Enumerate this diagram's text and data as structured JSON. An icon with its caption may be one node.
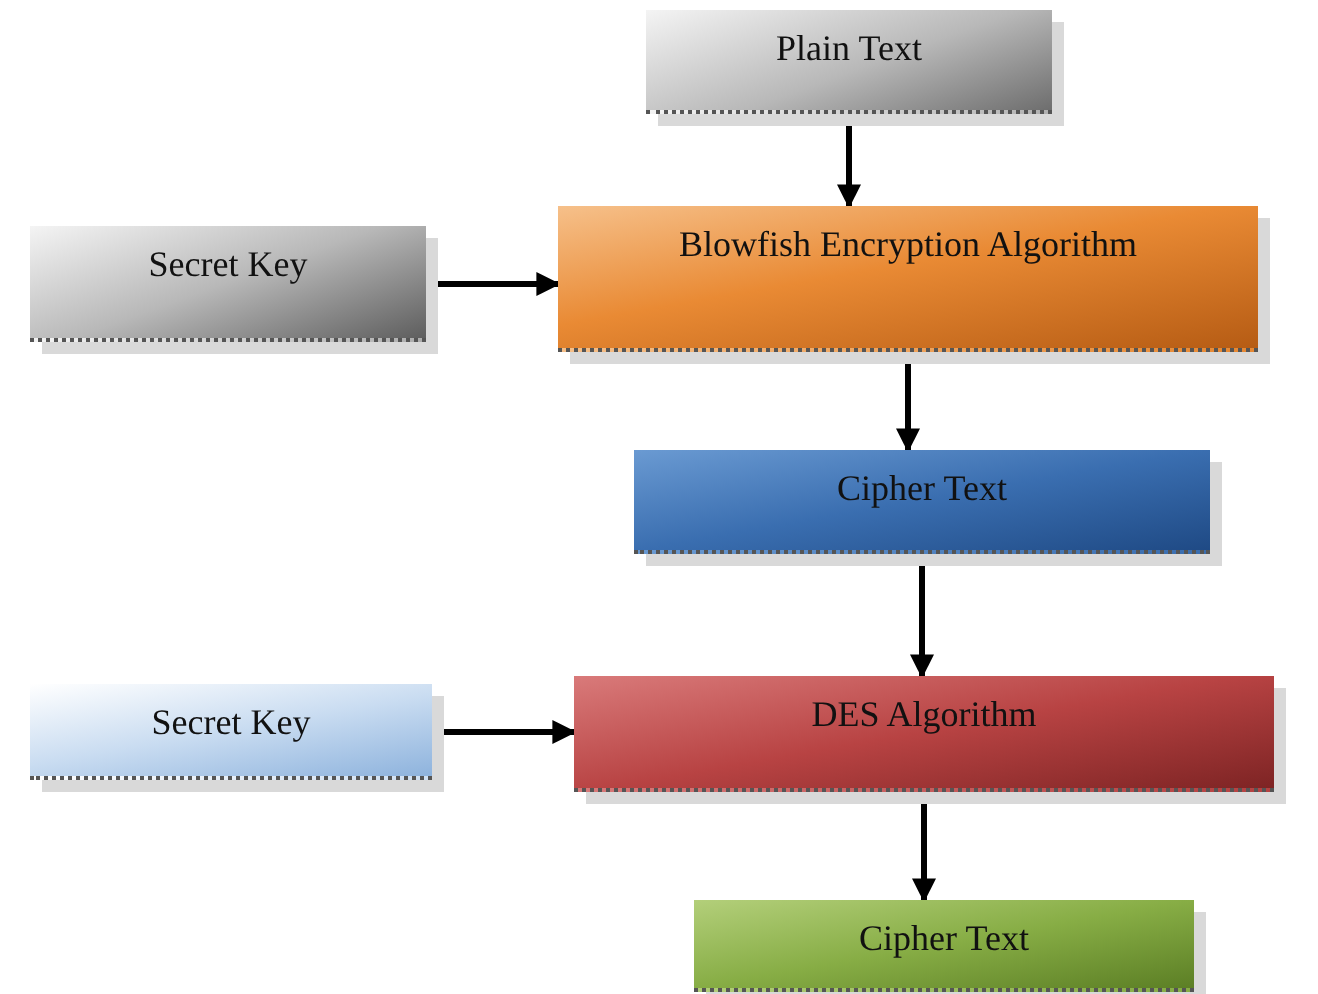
{
  "diagram": {
    "nodes": [
      {
        "text": [
          "Plain Text"
        ]
      },
      {
        "text": [
          "Secret Key"
        ]
      },
      {
        "text": [
          "Blowfish Encryption Algorithm"
        ]
      },
      {
        "text": [
          "Cipher Text"
        ]
      },
      {
        "text": [
          "Secret Key"
        ]
      },
      {
        "text": [
          "DES Algorithm"
        ]
      },
      {
        "text": [
          "Cipher Text"
        ]
      }
    ],
    "edges": [
      {
        "from": 0,
        "to": 2,
        "arrow": "to"
      },
      {
        "from": 1,
        "to": 2,
        "arrow": "to"
      },
      {
        "from": 2,
        "to": 3,
        "arrow": "to"
      },
      {
        "from": 3,
        "to": 5,
        "arrow": "to"
      },
      {
        "from": 4,
        "to": 5,
        "arrow": "to"
      },
      {
        "from": 5,
        "to": 6,
        "arrow": "to"
      }
    ]
  }
}
